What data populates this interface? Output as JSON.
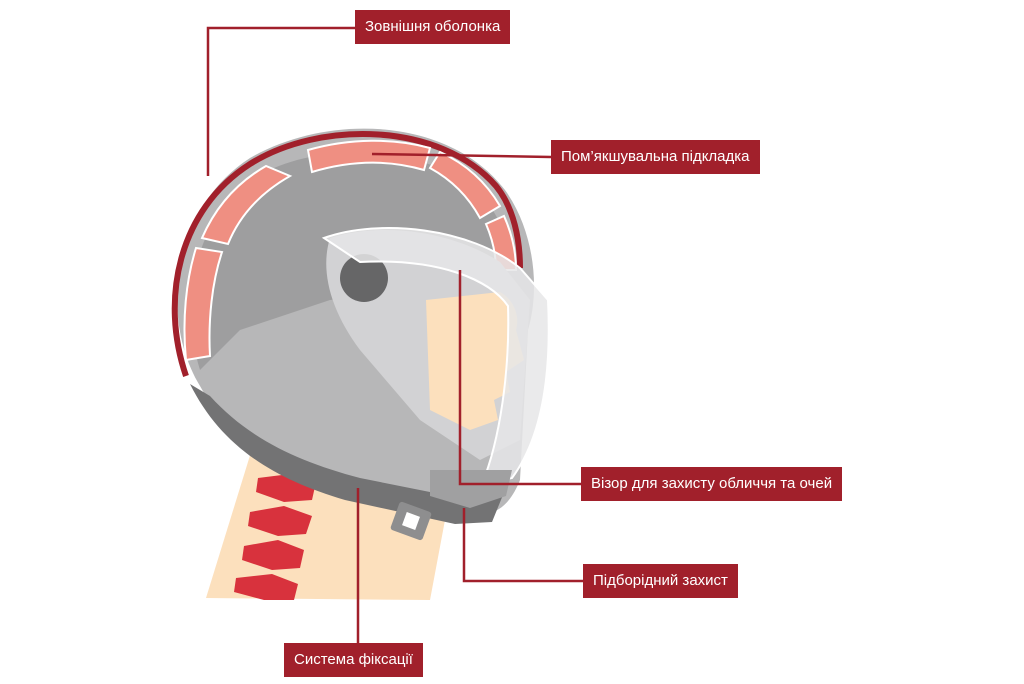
{
  "labels": {
    "outer_shell": "Зовнішня оболонка",
    "padding": "Пом’якшувальна підкладка",
    "visor": "Візор для захисту обличчя та очей",
    "chin_guard": "Підборідний захист",
    "retention_system": "Система фіксації"
  },
  "colors": {
    "label_background": "#a1202b",
    "leader_line": "#a1202b",
    "shell": "#b7b7b8",
    "shell_dark": "#737374",
    "padding": "#ef8f82",
    "skin": "#fce0bd",
    "spine": "#d8323d",
    "visor": "#e6e6e8"
  }
}
